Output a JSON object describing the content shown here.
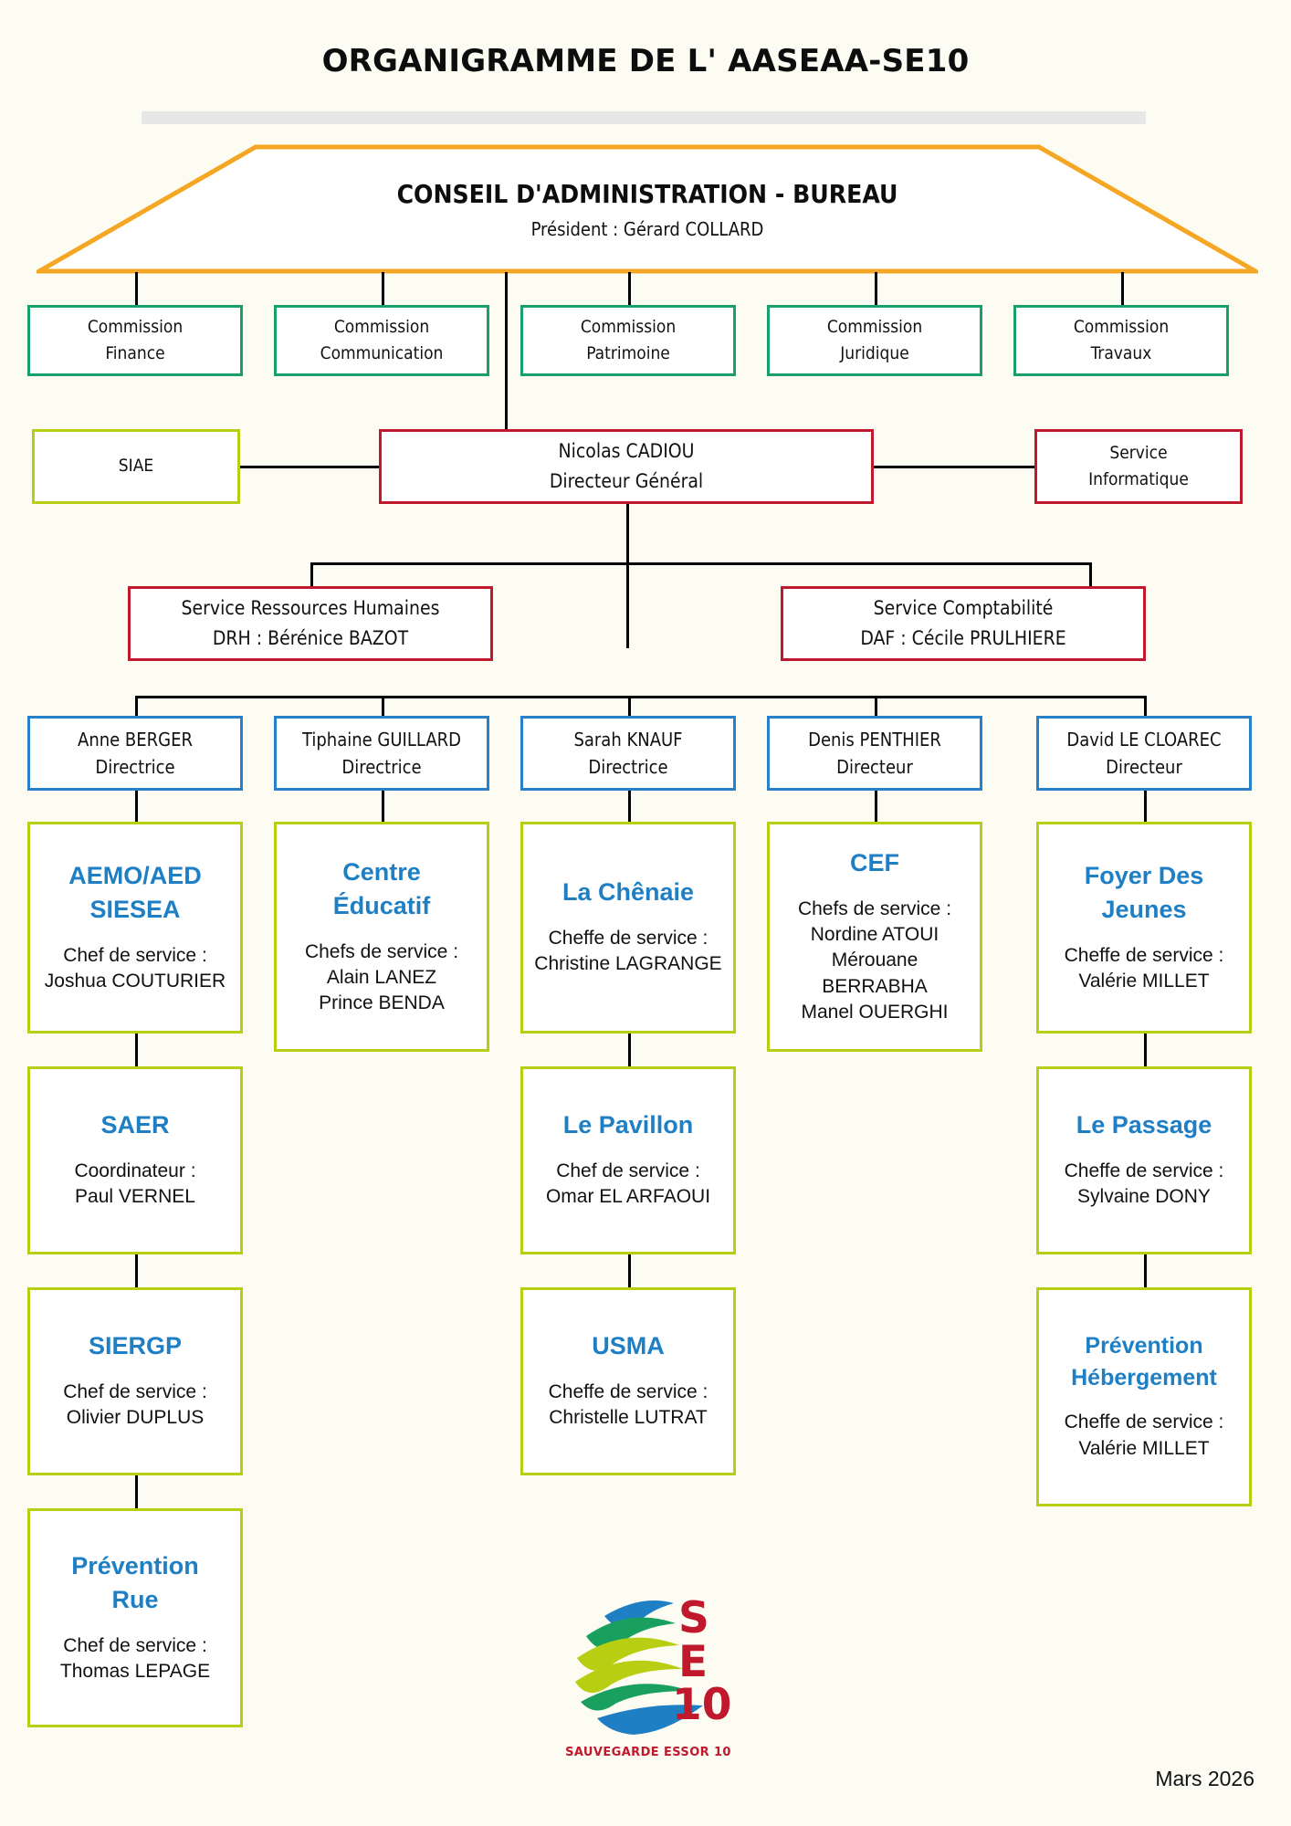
{
  "page": {
    "title": "ORGANIGRAMME DE L' AASEAA-SE10",
    "footer_date": "Mars 2026",
    "background_color": "#fdfcf3"
  },
  "colors": {
    "green": "#17a06a",
    "red": "#c0182c",
    "olive": "#b8ce12",
    "blue": "#2a7fc9",
    "heading_blue": "#1f7fc4",
    "orange": "#f5a623"
  },
  "board": {
    "title": "CONSEIL D'ADMINISTRATION - BUREAU",
    "subtitle": "Président : Gérard COLLARD"
  },
  "commissions": [
    {
      "line1": "Commission",
      "line2": "Finance"
    },
    {
      "line1": "Commission",
      "line2": "Communication"
    },
    {
      "line1": "Commission",
      "line2": "Patrimoine"
    },
    {
      "line1": "Commission",
      "line2": "Juridique"
    },
    {
      "line1": "Commission",
      "line2": "Travaux"
    }
  ],
  "director_general": {
    "name": "Nicolas CADIOU",
    "role": "Directeur Général"
  },
  "side_units": {
    "left": "SIAE",
    "right_line1": "Service",
    "right_line2": "Informatique"
  },
  "support_services": [
    {
      "line1": "Service Ressources Humaines",
      "line2": "DRH : Bérénice BAZOT"
    },
    {
      "line1": "Service Comptabilité",
      "line2": "DAF : Cécile PRULHIERE"
    }
  ],
  "directors": [
    {
      "name": "Anne BERGER",
      "role": "Directrice"
    },
    {
      "name": "Tiphaine GUILLARD",
      "role": "Directrice"
    },
    {
      "name": "Sarah KNAUF",
      "role": "Directrice"
    },
    {
      "name": "Denis PENTHIER",
      "role": "Directeur"
    },
    {
      "name": "David LE CLOAREC",
      "role": "Directeur"
    }
  ],
  "services": {
    "col1": [
      {
        "name_line1": "AEMO/AED",
        "name_line2": "SIESEA",
        "role_line1": "Chef de service :",
        "role_line2": "Joshua COUTURIER"
      },
      {
        "name_line1": "SAER",
        "name_line2": "",
        "role_line1": "Coordinateur :",
        "role_line2": "Paul VERNEL"
      },
      {
        "name_line1": "SIERGP",
        "name_line2": "",
        "role_line1": "Chef de service :",
        "role_line2": "Olivier DUPLUS"
      },
      {
        "name_line1": "Prévention",
        "name_line2": "Rue",
        "role_line1": "Chef de service :",
        "role_line2": "Thomas LEPAGE"
      }
    ],
    "col2": [
      {
        "name_line1": "Centre",
        "name_line2": "Éducatif",
        "role_line1": "Chefs de service :",
        "role_line2": "Alain LANEZ",
        "role_line3": "Prince BENDA"
      }
    ],
    "col3": [
      {
        "name_line1": "La Chênaie",
        "name_line2": "",
        "role_line1": "Cheffe de service :",
        "role_line2": "Christine LAGRANGE"
      },
      {
        "name_line1": "Le Pavillon",
        "name_line2": "",
        "role_line1": "Chef de service :",
        "role_line2": "Omar EL ARFAOUI"
      },
      {
        "name_line1": "USMA",
        "name_line2": "",
        "role_line1": "Cheffe de service :",
        "role_line2": "Christelle LUTRAT"
      }
    ],
    "col4": [
      {
        "name_line1": "CEF",
        "name_line2": "",
        "role_line1": "Chefs de service :",
        "role_line2": "Nordine ATOUI",
        "role_line3": "Mérouane BERRABHA",
        "role_line4": "Manel OUERGHI"
      }
    ],
    "col5": [
      {
        "name_line1": "Foyer Des",
        "name_line2": "Jeunes",
        "role_line1": "Cheffe de service :",
        "role_line2": "Valérie MILLET"
      },
      {
        "name_line1": "Le Passage",
        "name_line2": "",
        "role_line1": "Cheffe de service :",
        "role_line2": "Sylvaine DONY"
      },
      {
        "name_line1": "Prévention",
        "name_line2": "Hébergement",
        "role_line1": "Cheffe de service :",
        "role_line2": "Valérie MILLET"
      }
    ]
  },
  "logo": {
    "letters_top": "S",
    "letters_mid": "E",
    "letters_bottom": "10",
    "caption": "SAUVEGARDE ESSOR 10"
  }
}
